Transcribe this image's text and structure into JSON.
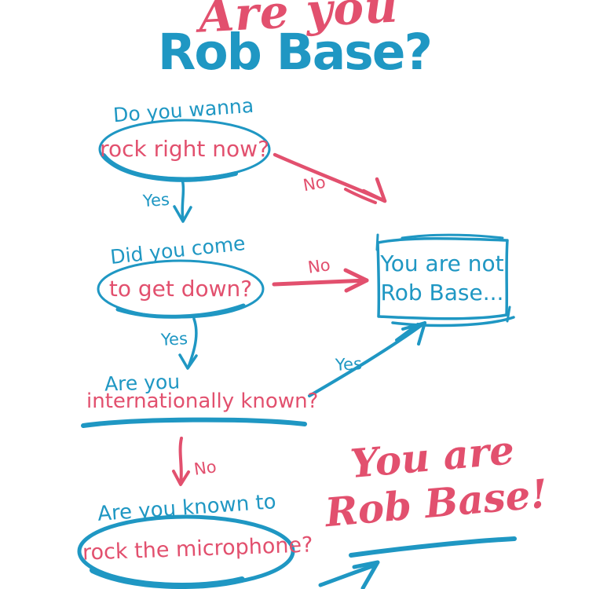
{
  "colors": {
    "pink": "#E2506E",
    "blue": "#1F97C3"
  },
  "title": {
    "script": "Are you",
    "main": "Rob Base?"
  },
  "flow": {
    "q1": {
      "lead": "Do you wanna",
      "question": "rock right now?",
      "yes_label": "Yes",
      "no_label": "No"
    },
    "q2": {
      "lead": "Did you come",
      "question": "to get down?",
      "yes_label": "Yes",
      "no_label": "No"
    },
    "q3": {
      "lead": "Are you",
      "question": "internationally known?",
      "yes_label": "Yes",
      "no_label": "No"
    },
    "q4": {
      "lead": "Are you known to",
      "question": "rock the microphone?"
    }
  },
  "outcomes": {
    "negative": {
      "line1": "You are not",
      "line2": "Rob Base..."
    },
    "positive": {
      "line1": "You are",
      "line2": "Rob Base!"
    }
  }
}
